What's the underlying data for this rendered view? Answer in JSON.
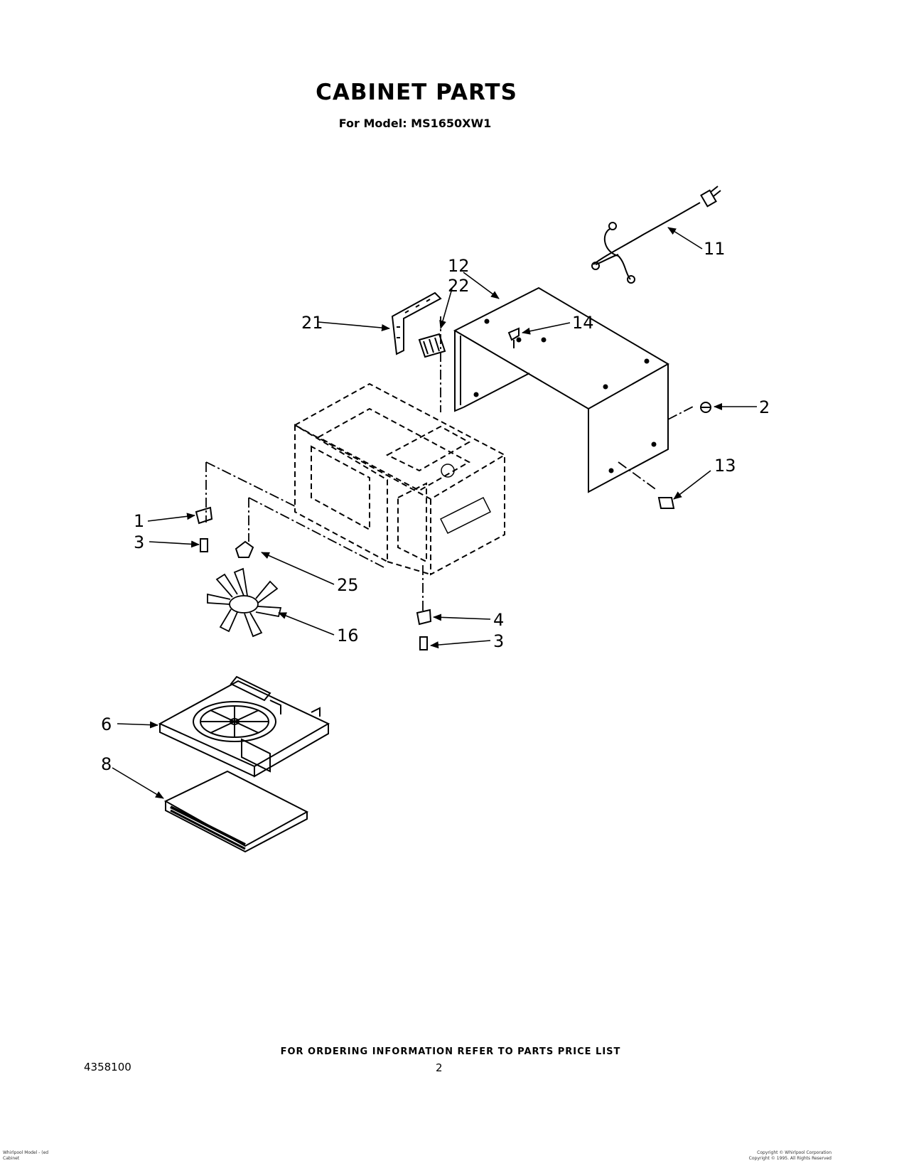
{
  "header": {
    "title": "CABINET PARTS",
    "subtitle": "For Model: MS1650XW1"
  },
  "callouts": [
    "11",
    "12",
    "22",
    "21",
    "14",
    "2",
    "13",
    "1",
    "3",
    "25",
    "16",
    "4",
    "3",
    "6",
    "8"
  ],
  "footer": {
    "ordering_note": "FOR ORDERING INFORMATION REFER TO PARTS PRICE LIST",
    "doc_number": "4358100",
    "page_number": "2",
    "fine_left_1": "Whirlpool Model - (ed",
    "fine_left_2": "Cabinet",
    "fine_right_1": "Copyright © Whirlpool Corporation",
    "fine_right_2": "Copyright © 1995. All Rights Reserved"
  }
}
